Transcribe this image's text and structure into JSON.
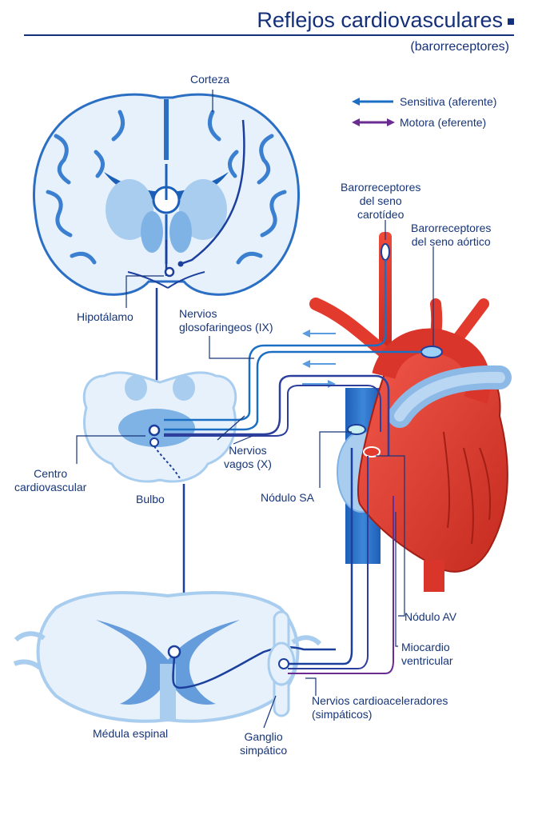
{
  "title": "Reflejos cardiovasculares",
  "subtitle": "(barorreceptores)",
  "legend": [
    {
      "label": "Sensitiva (aferente)",
      "color": "#1a6fc4"
    },
    {
      "label": "Motora (eferente)",
      "color": "#6a2c91"
    }
  ],
  "labels": {
    "corteza": "Corteza",
    "hipotalamo": "Hipotálamo",
    "glosofaringeos_1": "Nervios",
    "glosofaringeos_2": "glosofaringeos (IX)",
    "vagos_1": "Nervios",
    "vagos_2": "vagos (X)",
    "centro_1": "Centro",
    "centro_2": "cardiovascular",
    "bulbo": "Bulbo",
    "nodulo_sa": "Nódulo SA",
    "nodulo_av": "Nódulo AV",
    "miocardio_1": "Miocardio",
    "miocardio_2": "ventricular",
    "seno_carotideo_1": "Barorreceptores",
    "seno_carotideo_2": "del seno",
    "seno_carotideo_3": "carotídeo",
    "seno_aortico_1": "Barorreceptores",
    "seno_aortico_2": "del seno aórtico",
    "medula": "Médula espinal",
    "ganglio_1": "Ganglio",
    "ganglio_2": "simpático",
    "cardioaceleradores_1": "Nervios cardioaceleradores",
    "cardioaceleradores_2": "(simpáticos)"
  },
  "colors": {
    "sensory": "#1a6fc4",
    "motor": "#6a2c91",
    "nerve_dark": "#1b3f9c",
    "tissue_light": "#e6f1fb",
    "tissue_mid": "#a9cdee",
    "tissue_dark": "#3a7fd0",
    "heart_red": "#e23a2c",
    "vein_blue": "#2b6fc4"
  }
}
